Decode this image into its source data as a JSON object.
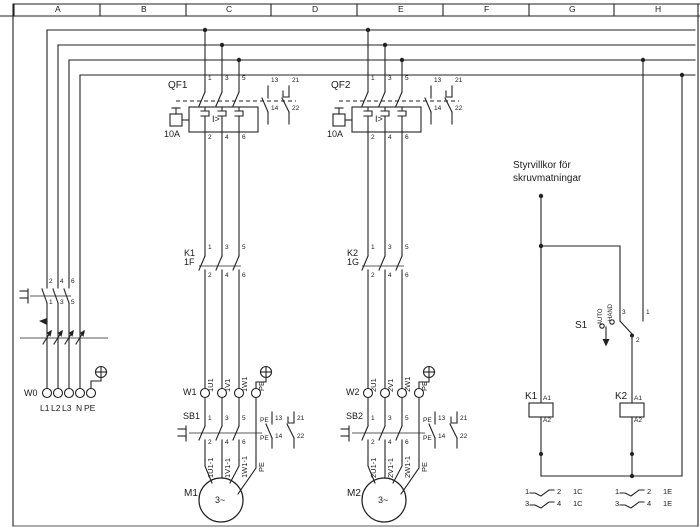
{
  "header": {
    "columns": [
      "A",
      "B",
      "C",
      "D",
      "E",
      "F",
      "G",
      "H"
    ]
  },
  "incoming": {
    "cable_label": "W0",
    "terminal_labels": [
      "L1",
      "L2",
      "L3",
      "N",
      "PE"
    ],
    "switch_upper_terminals": [
      "2",
      "4",
      "6"
    ],
    "switch_lower_terminals": [
      "1",
      "3",
      "5"
    ]
  },
  "branches": [
    {
      "breaker": {
        "name": "QF1",
        "rating": "10A",
        "trip_symbol": "I>",
        "upper": [
          "1",
          "3",
          "5"
        ],
        "lower": [
          "2",
          "4",
          "6"
        ],
        "aux_upper": [
          "13",
          "21"
        ],
        "aux_lower": [
          "14",
          "22"
        ]
      },
      "contactor": {
        "name": "K1",
        "ref": "1F",
        "upper": [
          "1",
          "3",
          "5"
        ],
        "lower": [
          "2",
          "4",
          "6"
        ]
      },
      "cable": {
        "name": "W1",
        "wires": [
          "1U1",
          "1V1",
          "1W1",
          "PE"
        ]
      },
      "safety_switch": {
        "name": "SB1",
        "upper": [
          "1",
          "3",
          "5"
        ],
        "lower": [
          "2",
          "4",
          "6"
        ],
        "pe_upper": "PE",
        "pe_lower": "PE",
        "aux_upper": [
          "13",
          "21"
        ],
        "aux_lower": [
          "14",
          "22"
        ],
        "out_wires": [
          "1U1-1",
          "1V1-1",
          "1W1-1",
          "PE"
        ]
      },
      "motor": {
        "name": "M1",
        "type": "3~"
      }
    },
    {
      "breaker": {
        "name": "QF2",
        "rating": "10A",
        "trip_symbol": "I>",
        "upper": [
          "1",
          "3",
          "5"
        ],
        "lower": [
          "2",
          "4",
          "6"
        ],
        "aux_upper": [
          "13",
          "21"
        ],
        "aux_lower": [
          "14",
          "22"
        ]
      },
      "contactor": {
        "name": "K2",
        "ref": "1G",
        "upper": [
          "1",
          "3",
          "5"
        ],
        "lower": [
          "2",
          "4",
          "6"
        ]
      },
      "cable": {
        "name": "W2",
        "wires": [
          "2U1",
          "2V1",
          "2W1",
          "PE"
        ]
      },
      "safety_switch": {
        "name": "SB2",
        "upper": [
          "1",
          "3",
          "5"
        ],
        "lower": [
          "2",
          "4",
          "6"
        ],
        "pe_upper": "PE",
        "pe_lower": "PE",
        "aux_upper": [
          "13",
          "21"
        ],
        "aux_lower": [
          "14",
          "22"
        ],
        "out_wires": [
          "2U1-1",
          "2V1-1",
          "2W1-1",
          "PE"
        ]
      },
      "motor": {
        "name": "M2",
        "type": "3~"
      }
    }
  ],
  "control": {
    "note": [
      "Styrvillkor för",
      "skruvmatningar"
    ],
    "selector": {
      "name": "S1",
      "positions": [
        "AUTO",
        "HAND"
      ],
      "terminal_left": "3",
      "terminal_right": "1",
      "terminal_common": "2"
    },
    "coils": [
      {
        "name": "K1",
        "top": "A1",
        "bottom": "A2"
      },
      {
        "name": "K2",
        "top": "A1",
        "bottom": "A2"
      }
    ],
    "contact_refs": [
      {
        "rows": [
          {
            "a": "1",
            "b": "2",
            "loc": "1C"
          },
          {
            "a": "3",
            "b": "4",
            "loc": "1C"
          }
        ]
      },
      {
        "rows": [
          {
            "a": "1",
            "b": "2",
            "loc": "1E"
          },
          {
            "a": "3",
            "b": "4",
            "loc": "1E"
          }
        ]
      }
    ]
  }
}
